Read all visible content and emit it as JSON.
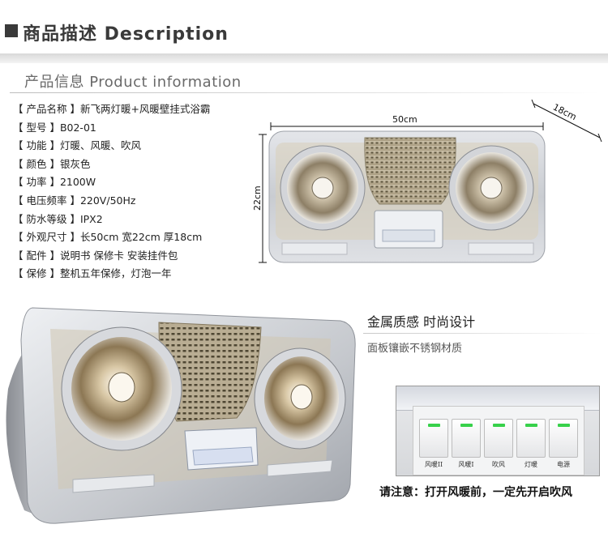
{
  "header": {
    "title": "商品描述 Description"
  },
  "info": {
    "title": "产品信息 Product information",
    "specs": [
      "【 产品名称 】新飞两灯暖+风暖壁挂式浴霸",
      "【 型号 】B02-01",
      "【 功能 】灯暖、风暖、吹风",
      "【 颜色 】银灰色",
      "【 功率 】2100W",
      "【 电压频率 】220V/50Hz",
      "【 防水等级 】IPX2",
      "【 外观尺寸 】长50cm 宽22cm 厚18cm",
      "【 配件 】说明书 保修卡 安装挂件包",
      "【 保修 】整机五年保修，灯泡一年"
    ]
  },
  "dimensions": {
    "width": "50cm",
    "height": "22cm",
    "depth": "18cm"
  },
  "features": {
    "title": "金属质感  时尚设计",
    "subtitle": "面板镶嵌不锈钢材质"
  },
  "switch_panel": {
    "labels": [
      "风暖II",
      "风暖I",
      "吹风",
      "灯暖",
      "电源"
    ]
  },
  "notice": "请注意：打开风暖前，一定先开启吹风",
  "colors": {
    "led": "#37d14a",
    "heading": "#3a3a3a",
    "body_silver": "#c9ccd1",
    "grille_gold": "#b8ab8e"
  }
}
